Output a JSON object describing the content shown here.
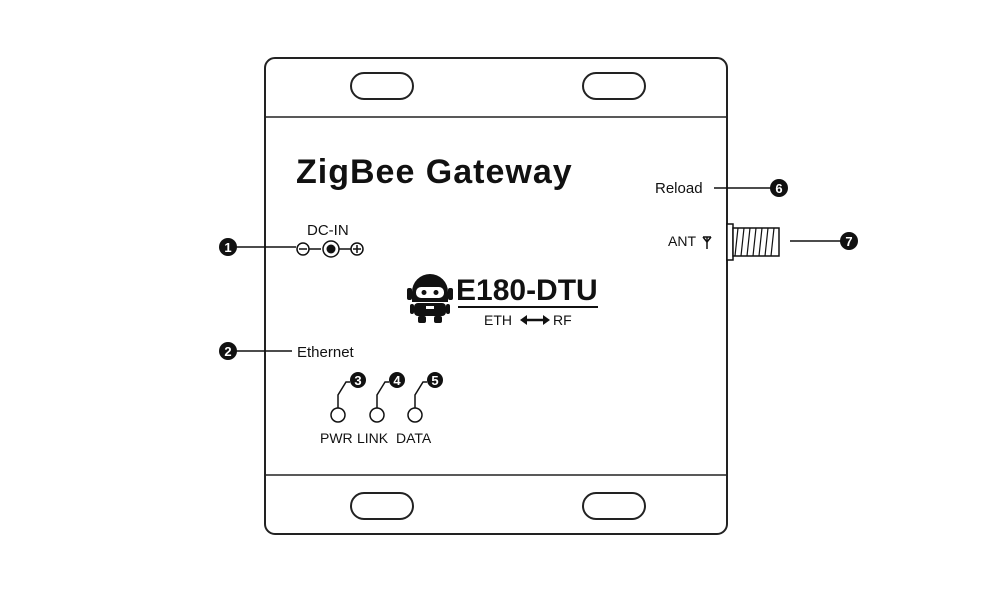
{
  "device": {
    "title": "ZigBee Gateway",
    "model": "E180-DTU",
    "subtitle_left": "ETH",
    "subtitle_right": "RF"
  },
  "ports": {
    "dc_in": "DC-IN",
    "ethernet": "Ethernet",
    "reload": "Reload",
    "antenna": "ANT"
  },
  "leds": [
    "PWR",
    "LINK",
    "DATA"
  ],
  "callouts": [
    "1",
    "2",
    "3",
    "4",
    "5",
    "6",
    "7"
  ]
}
